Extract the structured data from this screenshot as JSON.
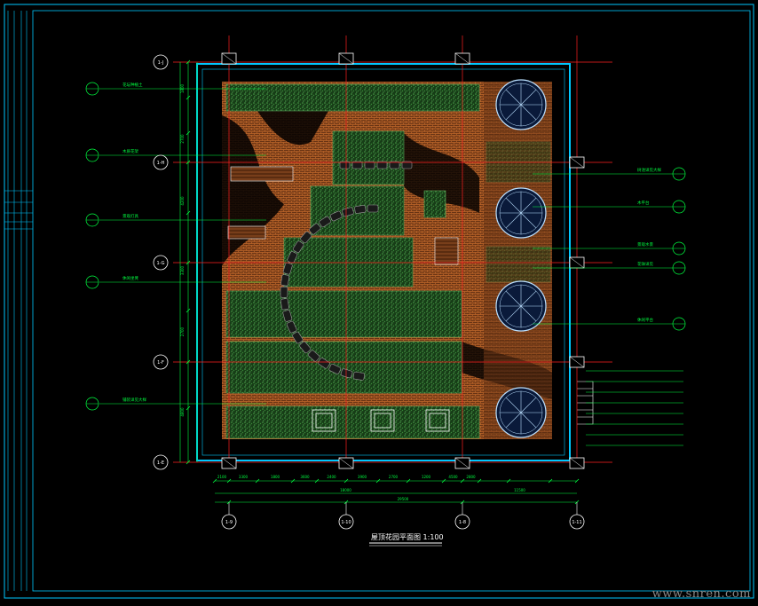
{
  "drawing": {
    "title_text": "屋顶花园平面图",
    "scale": "1:100",
    "watermark": "www.snren.com"
  },
  "colors": {
    "background": "#000000",
    "frame": "#00c8ff",
    "grid": "#ff2020",
    "annotation": "#00ff40",
    "paving": "#8a4a1e",
    "planting": "#2f7a2f",
    "text": "#ffffff"
  },
  "axis_bubbles": {
    "left": [
      "1-J",
      "1-H",
      "1-G",
      "1-F",
      "1-E"
    ],
    "bottom": [
      "1-9",
      "1-10",
      "1-8",
      "1-11"
    ]
  },
  "left_callouts": [
    "花坛种植土",
    "木质花架",
    "景观灯具",
    "休闲坐凳",
    "铺装详见大样"
  ],
  "right_callouts": [
    "树池详见大样",
    "木平台",
    "景观水景",
    "花钵详见",
    "休闲平台"
  ],
  "dimensions_bottom": {
    "segments": [
      "2100",
      "3300",
      "1800",
      "3600",
      "2400",
      "3900",
      "2700",
      "1200",
      "4500",
      "2800"
    ],
    "subtotals": [
      "18000",
      "11500"
    ],
    "total": "29500"
  },
  "dimensions_left": [
    "1800",
    "2700",
    "4200",
    "3300",
    "2700",
    "4800"
  ]
}
